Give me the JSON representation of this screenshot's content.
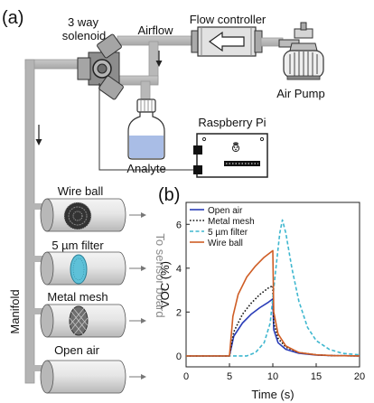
{
  "panel_a": {
    "label": "(a)",
    "solenoid_label_line1": "3 way",
    "solenoid_label_line2": "solenoid",
    "airflow_label": "Airflow",
    "flow_controller_label": "Flow controller",
    "air_pump_label": "Air Pump",
    "raspberry_pi_label": "Raspberry Pi",
    "analyte_label": "Analyte",
    "manifold_label": "Manifold",
    "sensor_board_label": "To sensor board",
    "filters": [
      "Wire ball",
      "5 µm filter",
      "Metal mesh",
      "Open air"
    ]
  },
  "panel_b": {
    "label": "(b)"
  },
  "chart_data": {
    "type": "line",
    "xlabel": "Time (s)",
    "ylabel": "VOC (%)",
    "xlim": [
      0,
      20
    ],
    "ylim": [
      -0.5,
      7
    ],
    "xticks": [
      0,
      5,
      10,
      15,
      20
    ],
    "yticks": [
      0,
      2,
      4,
      6
    ],
    "legend_position": "top-left",
    "series": [
      {
        "name": "Open air",
        "color": "#2a3db8",
        "dash": "solid",
        "points": [
          [
            0,
            0
          ],
          [
            5,
            0
          ],
          [
            5.5,
            0.9
          ],
          [
            6.5,
            1.5
          ],
          [
            7.5,
            1.9
          ],
          [
            8.5,
            2.2
          ],
          [
            9.5,
            2.45
          ],
          [
            10,
            2.6
          ],
          [
            10.1,
            1.2
          ],
          [
            10.6,
            0.6
          ],
          [
            11.5,
            0.3
          ],
          [
            13,
            0.12
          ],
          [
            15,
            0.04
          ],
          [
            17,
            0.01
          ],
          [
            20,
            0
          ]
        ]
      },
      {
        "name": "Metal mesh",
        "color": "#111111",
        "dash": "dot",
        "points": [
          [
            0,
            0
          ],
          [
            5,
            0
          ],
          [
            5.5,
            1.1
          ],
          [
            6.5,
            1.9
          ],
          [
            7.5,
            2.4
          ],
          [
            8.5,
            2.8
          ],
          [
            9.5,
            3.1
          ],
          [
            10,
            3.2
          ],
          [
            10.1,
            1.5
          ],
          [
            10.6,
            0.8
          ],
          [
            11.5,
            0.4
          ],
          [
            13,
            0.15
          ],
          [
            15,
            0.05
          ],
          [
            17,
            0.01
          ],
          [
            20,
            0
          ]
        ]
      },
      {
        "name": "5 µm filter",
        "color": "#3fb7cf",
        "dash": "dash",
        "points": [
          [
            0,
            0
          ],
          [
            7,
            0
          ],
          [
            8,
            0.15
          ],
          [
            9,
            0.6
          ],
          [
            9.7,
            1.5
          ],
          [
            10.3,
            3.8
          ],
          [
            10.8,
            5.6
          ],
          [
            11.1,
            6.2
          ],
          [
            11.5,
            5.6
          ],
          [
            12.2,
            4.0
          ],
          [
            13,
            2.5
          ],
          [
            14,
            1.3
          ],
          [
            15,
            0.7
          ],
          [
            16.5,
            0.3
          ],
          [
            18,
            0.12
          ],
          [
            20,
            0.05
          ]
        ]
      },
      {
        "name": "Wire ball",
        "color": "#cf5d25",
        "dash": "solid",
        "points": [
          [
            0,
            0
          ],
          [
            5,
            0
          ],
          [
            5.4,
            1.8
          ],
          [
            6,
            2.8
          ],
          [
            7,
            3.6
          ],
          [
            8,
            4.1
          ],
          [
            9,
            4.5
          ],
          [
            10,
            4.8
          ],
          [
            10.1,
            2.0
          ],
          [
            10.6,
            1.0
          ],
          [
            11.5,
            0.45
          ],
          [
            13,
            0.15
          ],
          [
            15,
            0.05
          ],
          [
            17,
            0.01
          ],
          [
            20,
            0
          ]
        ]
      }
    ]
  }
}
